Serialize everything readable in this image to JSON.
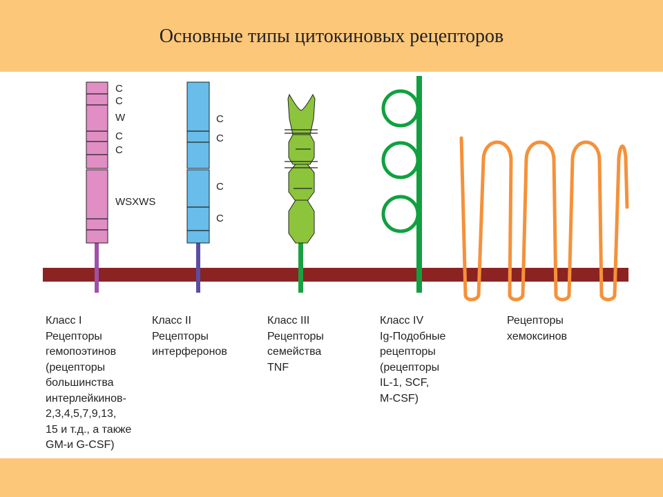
{
  "title": "Основные типы цитокиновых рецепторов",
  "class1": {
    "motifs": [
      "C",
      "C",
      "W",
      "C",
      "C",
      "WSXWS"
    ],
    "caption": [
      "Класс I",
      "Рецепторы",
      "гемопоэтинов",
      "(рецепторы",
      "большинства",
      "интерлейкинов-",
      "2,3,4,5,7,9,13,",
      "15 и т.д., а также",
      "GM-и G-CSF)"
    ]
  },
  "class2": {
    "motifs": [
      "C",
      "C",
      "C",
      "C"
    ],
    "caption": [
      "Класс II",
      "Рецепторы",
      "интерферонов"
    ]
  },
  "class3": {
    "caption": [
      "Класс III",
      "Рецепторы",
      "семейства",
      "TNF"
    ]
  },
  "class4": {
    "caption": [
      "Класс IV",
      "Ig-Подобные",
      "рецепторы",
      "(рецепторы",
      "IL-1, SCF,",
      "M-CSF)"
    ]
  },
  "chemokine": {
    "caption": [
      "Рецепторы",
      "хемоксинов"
    ]
  },
  "colors": {
    "header": "#fdc77a",
    "membrane": "#8b2323",
    "class1": "#e08ec4",
    "class1_stem": "#a050a8",
    "class2": "#68bdea",
    "class2_stem": "#5a4ea2",
    "class3": "#8cc43c",
    "class3_stem": "#1aa040",
    "class4": "#11a040",
    "chemokine": "#f5913a"
  }
}
